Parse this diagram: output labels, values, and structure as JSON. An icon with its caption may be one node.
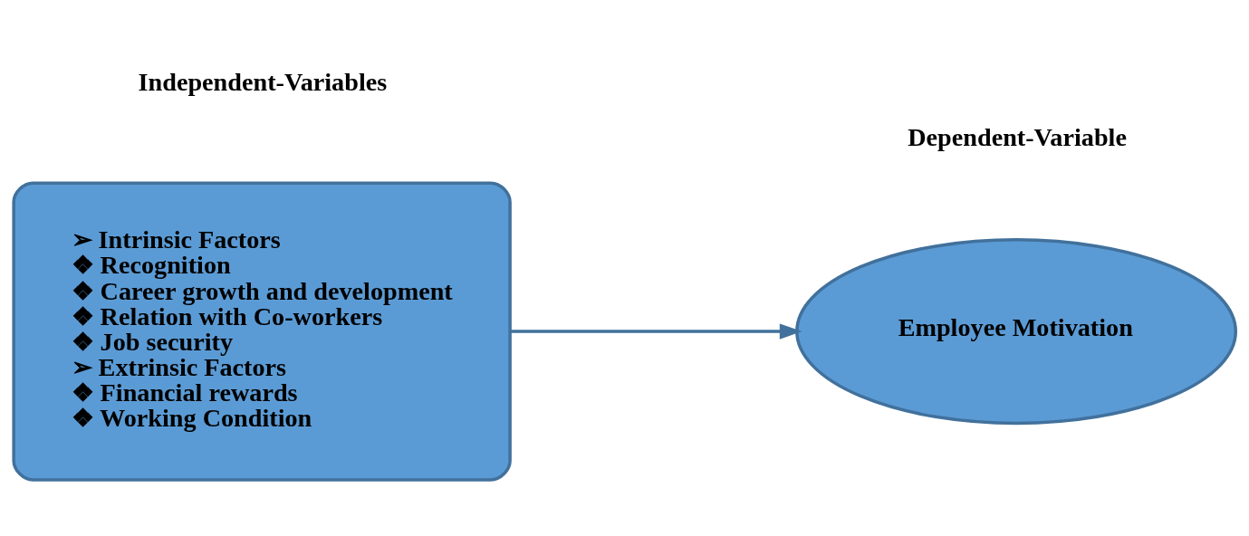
{
  "diagram": {
    "nodes": [
      {
        "text": [
          "➢ Intrinsic Factors",
          "❖ Recognition",
          "❖ Career growth and development",
          "❖ Relation with Co-workers",
          "❖ Job security",
          "➢ Extrinsic Factors",
          "❖ Financial rewards",
          "❖ Working Condition"
        ]
      },
      {
        "text": [
          "Employee Motivation"
        ]
      }
    ],
    "edges": [
      {
        "from": 0,
        "to": 1,
        "arrow": "to"
      }
    ],
    "labels": [
      "Independent-Variables",
      "Dependent-Variable"
    ]
  }
}
